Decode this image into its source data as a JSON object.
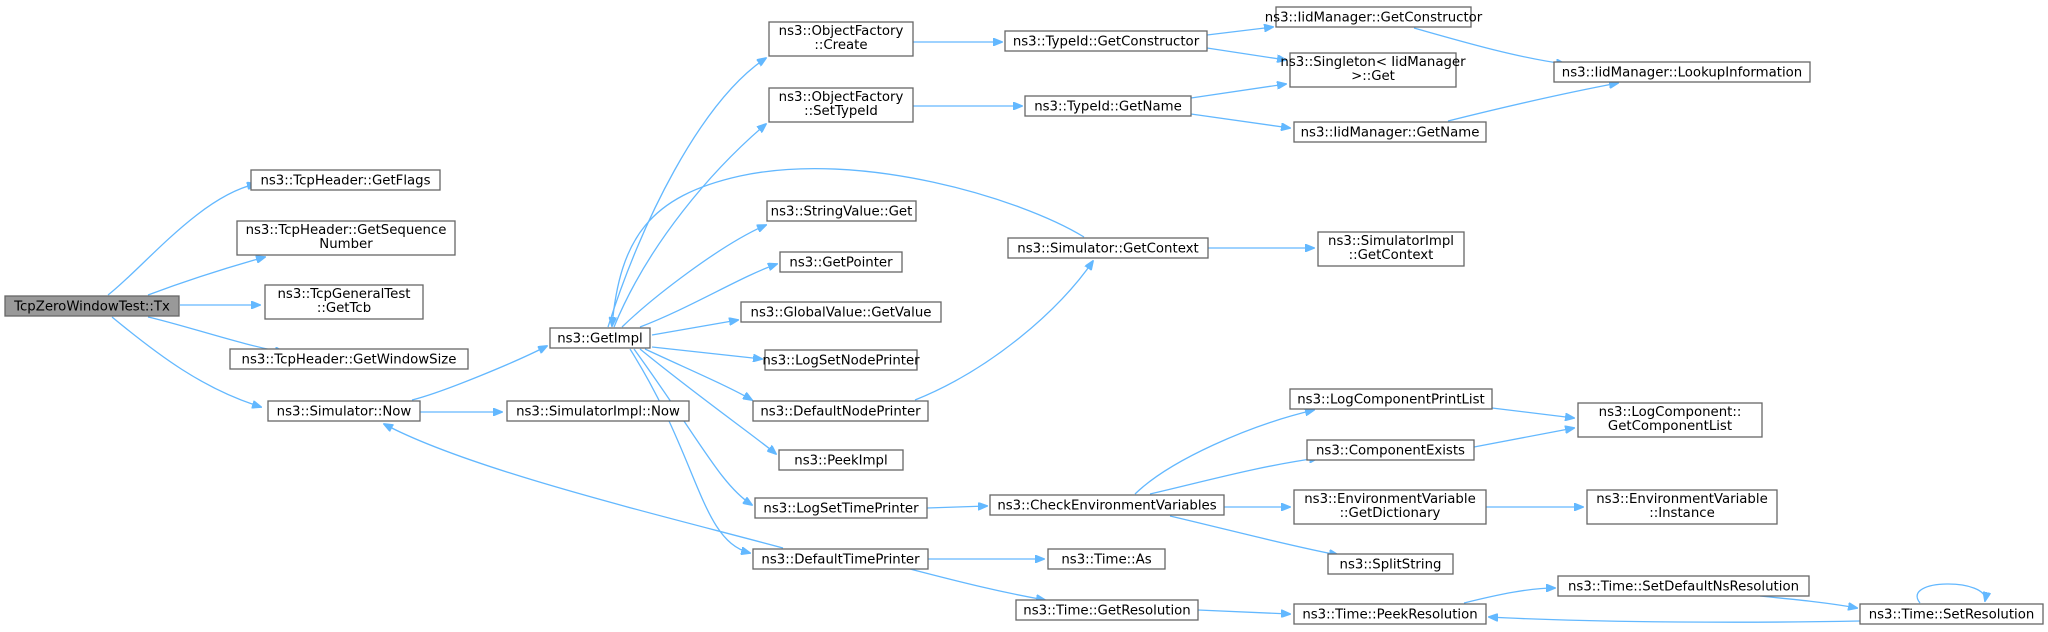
{
  "graph": {
    "edge_color": "#63b8ff",
    "node_border_color": "#666666",
    "root_fill_color": "#999999",
    "nodes": [
      {
        "id": "tx",
        "lines": [
          "TcpZeroWindowTest::Tx"
        ],
        "root": true
      },
      {
        "id": "getflags",
        "lines": [
          "ns3::TcpHeader::GetFlags"
        ]
      },
      {
        "id": "getseq",
        "lines": [
          "ns3::TcpHeader::GetSequence",
          "Number"
        ]
      },
      {
        "id": "gettcb",
        "lines": [
          "ns3::TcpGeneralTest",
          "::GetTcb"
        ]
      },
      {
        "id": "getwin",
        "lines": [
          "ns3::TcpHeader::GetWindowSize"
        ]
      },
      {
        "id": "simnow",
        "lines": [
          "ns3::Simulator::Now"
        ]
      },
      {
        "id": "getimpl",
        "lines": [
          "ns3::GetImpl"
        ]
      },
      {
        "id": "simimplnow",
        "lines": [
          "ns3::SimulatorImpl::Now"
        ]
      },
      {
        "id": "ofcreate",
        "lines": [
          "ns3::ObjectFactory",
          "::Create"
        ]
      },
      {
        "id": "ofsettype",
        "lines": [
          "ns3::ObjectFactory",
          "::SetTypeId"
        ]
      },
      {
        "id": "strget",
        "lines": [
          "ns3::StringValue::Get"
        ]
      },
      {
        "id": "getptr",
        "lines": [
          "ns3::GetPointer"
        ]
      },
      {
        "id": "gvget",
        "lines": [
          "ns3::GlobalValue::GetValue"
        ]
      },
      {
        "id": "lognode",
        "lines": [
          "ns3::LogSetNodePrinter"
        ]
      },
      {
        "id": "defnode",
        "lines": [
          "ns3::DefaultNodePrinter"
        ]
      },
      {
        "id": "peekimpl",
        "lines": [
          "ns3::PeekImpl"
        ]
      },
      {
        "id": "logtime",
        "lines": [
          "ns3::LogSetTimePrinter"
        ]
      },
      {
        "id": "deftime",
        "lines": [
          "ns3::DefaultTimePrinter"
        ]
      },
      {
        "id": "tidctor",
        "lines": [
          "ns3::TypeId::GetConstructor"
        ]
      },
      {
        "id": "tidname",
        "lines": [
          "ns3::TypeId::GetName"
        ]
      },
      {
        "id": "simctx",
        "lines": [
          "ns3::Simulator::GetContext"
        ]
      },
      {
        "id": "checkenv",
        "lines": [
          "ns3::CheckEnvironmentVariables"
        ]
      },
      {
        "id": "timeas",
        "lines": [
          "ns3::Time::As"
        ]
      },
      {
        "id": "timegetres",
        "lines": [
          "ns3::Time::GetResolution"
        ]
      },
      {
        "id": "iidctor",
        "lines": [
          "ns3::IidManager::GetConstructor"
        ]
      },
      {
        "id": "singleton",
        "lines": [
          "ns3::Singleton< IidManager",
          ">::Get"
        ]
      },
      {
        "id": "iidname",
        "lines": [
          "ns3::IidManager::GetName"
        ]
      },
      {
        "id": "simimplctx",
        "lines": [
          "ns3::SimulatorImpl",
          "::GetContext"
        ]
      },
      {
        "id": "logcpl",
        "lines": [
          "ns3::LogComponentPrintList"
        ]
      },
      {
        "id": "compexists",
        "lines": [
          "ns3::ComponentExists"
        ]
      },
      {
        "id": "envdict",
        "lines": [
          "ns3::EnvironmentVariable",
          "::GetDictionary"
        ]
      },
      {
        "id": "splitstr",
        "lines": [
          "ns3::SplitString"
        ]
      },
      {
        "id": "peekres",
        "lines": [
          "ns3::Time::PeekResolution"
        ]
      },
      {
        "id": "iidlookup",
        "lines": [
          "ns3::IidManager::LookupInformation"
        ]
      },
      {
        "id": "logcomplist",
        "lines": [
          "ns3::LogComponent::",
          "GetComponentList"
        ]
      },
      {
        "id": "envinst",
        "lines": [
          "ns3::EnvironmentVariable",
          "::Instance"
        ]
      },
      {
        "id": "setdefres",
        "lines": [
          "ns3::Time::SetDefaultNsResolution"
        ]
      },
      {
        "id": "setres",
        "lines": [
          "ns3::Time::SetResolution"
        ]
      }
    ]
  }
}
